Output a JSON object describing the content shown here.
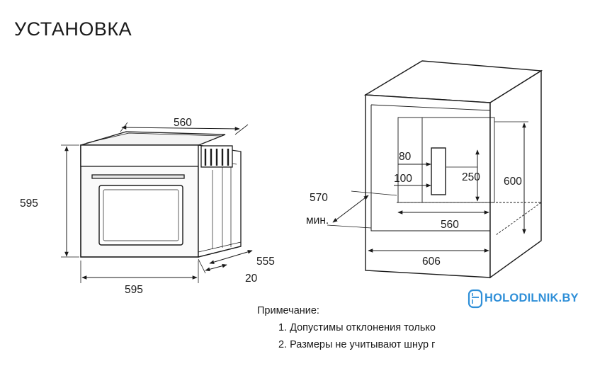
{
  "title": "УСТАНОВКА",
  "left_dims": {
    "width_top": "560",
    "height": "595",
    "width_bottom": "595",
    "depth": "555",
    "front": "20"
  },
  "right_dims": {
    "d80": "80",
    "d100": "100",
    "d250": "250",
    "d600": "600",
    "d570": "570",
    "min": "мин.",
    "d560": "560",
    "d606": "606"
  },
  "notes": {
    "heading": "Примечание:",
    "items": [
      "1. Допустимы отклонения только",
      "2. Размеры не учитывают шнур г"
    ]
  },
  "brand": {
    "name": "HOLODILNIK.BY",
    "color": "#2f8fd8"
  }
}
